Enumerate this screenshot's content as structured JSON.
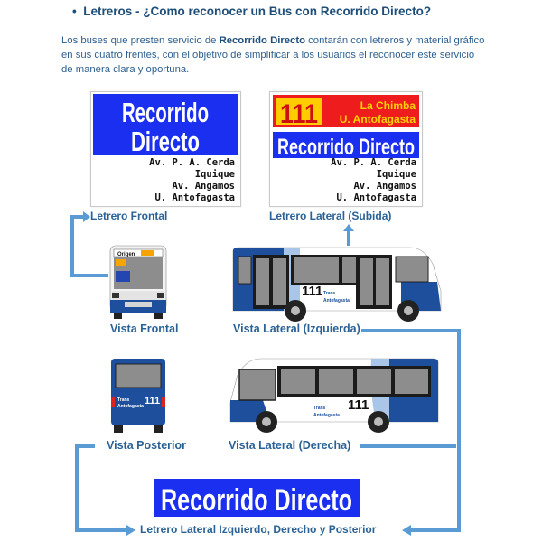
{
  "heading": {
    "bullet": "•",
    "text": "Letreros - ¿Como reconocer un Bus con Recorrido Directo?"
  },
  "intro": {
    "before": "Los buses que presten servicio de ",
    "highlight": "Recorrido Directo",
    "after": " contarán con letreros y material gráfico en sus cuatro frentes, con el objetivo de simplificar a los usuarios el reconocer este servicio de manera clara y oportuna."
  },
  "front_sign": {
    "line1": "Recorrido",
    "line2": "Directo",
    "stops": [
      "Av. P. A. Cerda",
      "Iquique",
      "Av. Angamos",
      "U. Antofagasta"
    ],
    "label": "Letrero Frontal"
  },
  "side_sign": {
    "route": "111",
    "dest1": "La Chimba",
    "dest2": "U. Antofagasta",
    "banner": "Recorrido Directo",
    "stops": [
      "Av. P. A. Cerda",
      "Iquique",
      "Av. Angamos",
      "U. Antofagasta"
    ],
    "label": "Letrero Lateral (Subida)"
  },
  "views": {
    "front": "Vista Frontal",
    "left": "Vista Lateral (Izquierda)",
    "rear": "Vista Posterior",
    "right": "Vista Lateral (Derecha)"
  },
  "bus": {
    "route": "111",
    "brand1": "Trans",
    "brand2": "Antofagasta",
    "origin": "Origen"
  },
  "bottom_sign": {
    "text": "Recorrido Directo",
    "label": "Letrero Lateral Izquierdo, Derecho y Posterior"
  },
  "colors": {
    "sign_blue": "#1b2ff0",
    "sign_red": "#ee1c1c",
    "sign_yellow": "#ffcc00",
    "bus_blue": "#1d4f9c",
    "connector": "#5b9bd5",
    "heading": "#1f4e79"
  }
}
